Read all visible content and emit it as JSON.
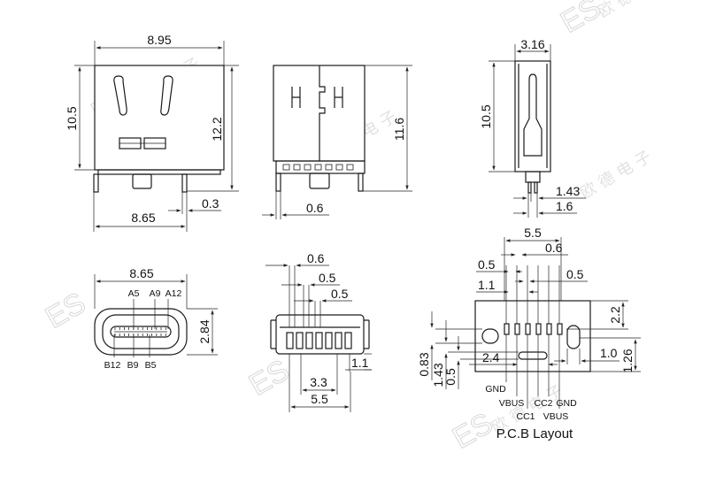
{
  "watermark": {
    "logo": "ES",
    "text": "欧 德 电 子"
  },
  "front_view": {
    "width": "8.95",
    "height": "10.5",
    "total_height": "12.2",
    "pin_span": "8.65",
    "pin_thickness": "0.3"
  },
  "side_view": {
    "height": "11.6",
    "pin_width": "0.6"
  },
  "right_view": {
    "depth": "3.16",
    "height": "10.5",
    "pin_offset_a": "1.43",
    "pin_offset_b": "1.6"
  },
  "opening_view": {
    "width": "8.65",
    "height": "2.84",
    "top_pins": [
      "A5",
      "A9",
      "A12"
    ],
    "bottom_pins": [
      "B12",
      "B9",
      "B5"
    ]
  },
  "bottom_view": {
    "pitch_top": "0.6",
    "pitch_a": "0.5",
    "pitch_b": "0.5",
    "offset": "1.1",
    "inner_span": "3.3",
    "outer_span": "5.5"
  },
  "pcb_layout": {
    "title": "P.C.B Layout",
    "dims": {
      "span": "5.5",
      "pitch": "0.6",
      "pad_a": "0.5",
      "pad_b": "0.5",
      "left_offset": "1.1",
      "pad_len": "2.2",
      "slot_w": "2.4",
      "slot_h": "1.0",
      "h1": "0.83",
      "h2": "1.43",
      "h3": "0.5",
      "h4": "1.26"
    },
    "pins_top": [
      "GND",
      "CC2",
      "GND"
    ],
    "pins_mid": [
      "VBUS"
    ],
    "pins_bottom": [
      "CC1",
      "VBUS"
    ]
  }
}
